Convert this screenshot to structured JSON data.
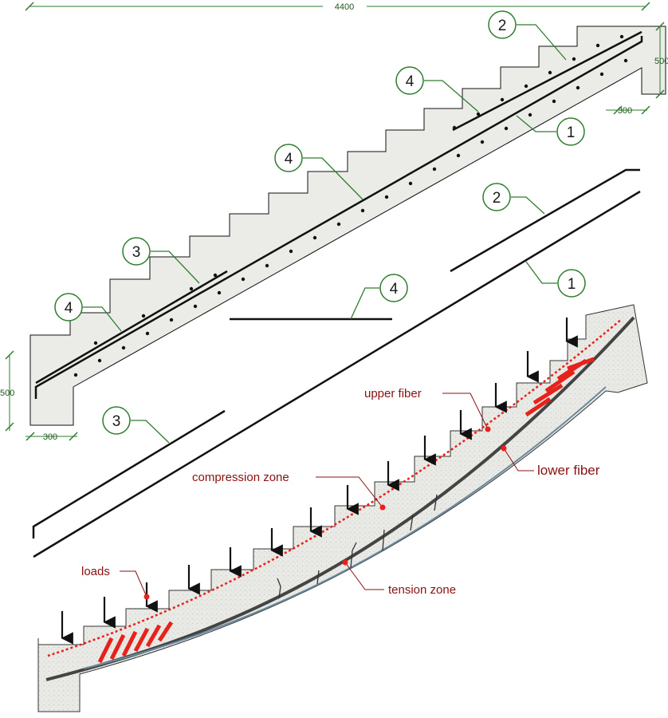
{
  "dimensions": {
    "total_length": "4400",
    "top_height": "500",
    "top_width": "300",
    "bottom_height": "500",
    "bottom_width": "300"
  },
  "callouts": {
    "top_2": "2",
    "top_4_upper": "4",
    "top_1": "1",
    "top_4_middle": "4",
    "top_3": "3",
    "top_4_lower": "4",
    "bar_2": "2",
    "bar_4": "4",
    "bar_1": "1",
    "bar_3": "3"
  },
  "labels": {
    "upper_fiber": "upper fiber",
    "lower_fiber": "lower fiber",
    "compression_zone": "compression zone",
    "loads": "loads",
    "tension_zone": "tension zone"
  },
  "colors": {
    "leader": "#2e7d2e",
    "circle": "#2e7d2e",
    "label": "#8b1010",
    "rebar_red": "#e8221a",
    "concrete": "#e9e9e5"
  }
}
